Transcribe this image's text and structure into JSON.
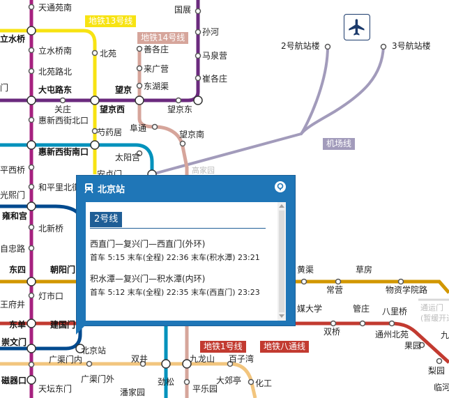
{
  "stations": {
    "tiantongyuan": "天通苑南",
    "guozhan": "国展",
    "lishuiqiao": "立水桥",
    "lishuiqiao_nan": "立水桥南",
    "beiyuan": "北苑",
    "sunhe": "孙河",
    "shangezhuang": "善各庄",
    "maquanying": "马泉营",
    "laiguangying": "来广营",
    "cuigezhuang": "崔各庄",
    "beiyuanlu_bei": "北苑路北",
    "donghuqu": "东湖渠",
    "men_fragment": "门",
    "dayangzhuang": "大屯路东",
    "wangjing": "望京",
    "guanzhuang": "关庄",
    "wangjingxi": "望京西",
    "wangjingdong": "望京东",
    "huixinxijie_beikou": "惠新西街北口",
    "futong": "阜通",
    "shaoyaoju": "芍药居",
    "wangjingnan": "望京南",
    "huixinxijie_nankou": "惠新西街南口",
    "taiyanggong": "太阳宫",
    "anzhenmen": "安贞门",
    "gaojiayuan": "高家园",
    "hepingxiqiao": "平西桥",
    "hepingli_beijie": "和平里北街",
    "guangximen": "光熙门",
    "yonghegong": "雍和宫",
    "beixinqiao": "北新桥",
    "zhangzizhonglu": "自忠路",
    "dongsi": "东四",
    "chaoyangmen": "朝阳门",
    "dengshikou": "灯市口",
    "wangfujing": "王府井",
    "dongdan": "东单",
    "jianguomen": "建国门",
    "chongwenmen": "崇文门",
    "beijingzhan": "北京站",
    "guangqumennei": "广渠门内",
    "guangqumenwai": "广渠门外",
    "shuangjing": "双井",
    "jiulongshan": "九龙山",
    "baiziwan": "百子湾",
    "cishikou": "磁器口",
    "tiantandongmen": "天坛东门",
    "jinsong": "劲松",
    "dajiaoting": "大郊亭",
    "panjiayuan": "潘家园",
    "pinglefang": "平乐园",
    "huagong": "化工",
    "huangqu": "黄渠",
    "caofang": "草房",
    "changying": "常营",
    "wuzixueyuanlu": "物资学院路",
    "daxue_fragment": "媒大学",
    "guanzhuang2": "管庄",
    "baliqiao": "八里桥",
    "shuangqiao": "双桥",
    "tongzhoubeiyuan": "通州北苑",
    "guoyuan": "果园",
    "liqiao": "梨园",
    "linhe_fragment": "临河",
    "tongyunmen": "通运门",
    "tongyunmen_note": "(暂缓开通)",
    "jiu_fragment": "九",
    "t2": "2号航站楼",
    "t3": "3号航站楼"
  },
  "line_labels": {
    "line13": "地铁13号线",
    "line14": "地铁14号线",
    "airport": "机场线",
    "line1": "地铁1号线",
    "batong": "地铁八通线"
  },
  "colors": {
    "line13": "#f7e313",
    "line14": "#d6a59b",
    "line2": "#004a8f",
    "line5": "#a6217f",
    "line10": "#0092bc",
    "line15": "#6b2a7e",
    "line6": "#d29700",
    "line1": "#c23a30",
    "line7": "#f2c57e",
    "airport": "#a29bbb",
    "popup": "#1f76b7",
    "line_tag": "#1f5e96"
  },
  "popup": {
    "station": "北京站",
    "line": "2号线",
    "routes": [
      {
        "name": "西直门—复兴门—西直门(外环)",
        "times": "首车 5:15 末车(全程) 22:36 末车(积水潭) 23:21"
      },
      {
        "name": "积水潭—复兴门—积水潭(内环)",
        "times": "首车 5:12 末车(全程) 22:35 末车(西直门) 23:23"
      }
    ],
    "icons": {
      "title": "train-icon",
      "locate": "locate-icon"
    }
  },
  "icons": {
    "airport": "airplane-icon"
  }
}
